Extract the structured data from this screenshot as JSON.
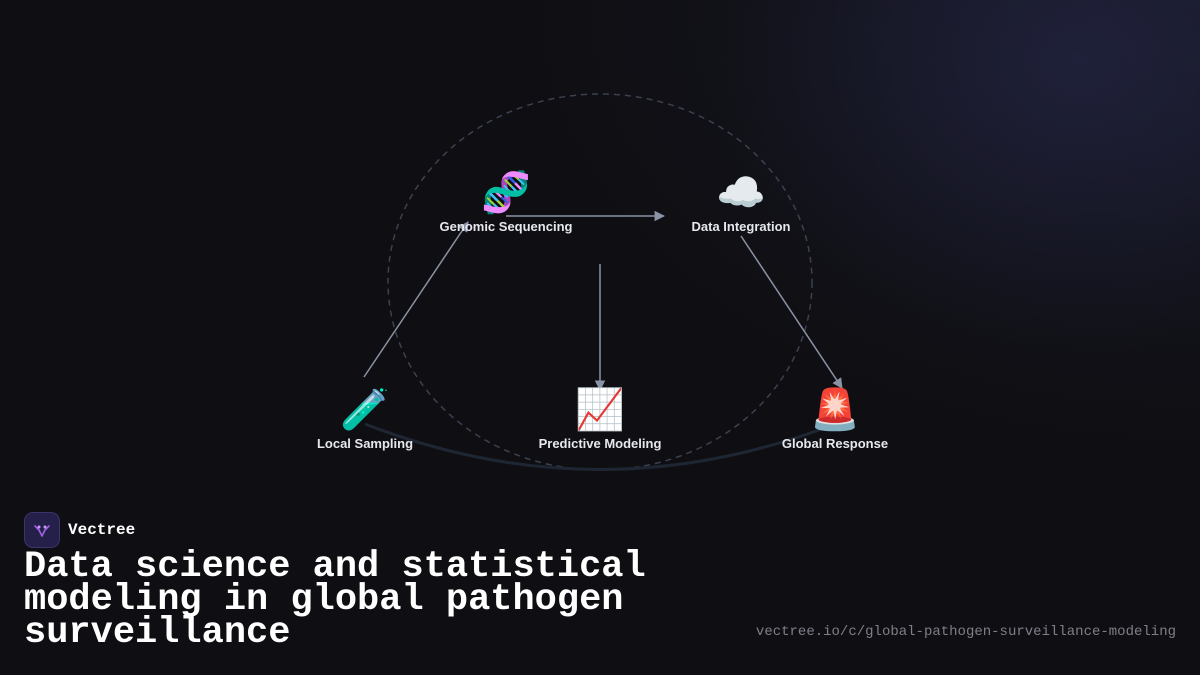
{
  "diagram": {
    "nodes": [
      {
        "id": "genomic",
        "icon": "dna-icon",
        "glyph": "🧬",
        "label": "Genomic Sequencing"
      },
      {
        "id": "integration",
        "icon": "cloud-icon",
        "glyph": "☁️",
        "label": "Data Integration"
      },
      {
        "id": "sampling",
        "icon": "test-tube-icon",
        "glyph": "🧪",
        "label": "Local Sampling"
      },
      {
        "id": "predictive",
        "icon": "chart-increasing-icon",
        "glyph": "📈",
        "label": "Predictive Modeling"
      },
      {
        "id": "response",
        "icon": "siren-icon",
        "glyph": "🚨",
        "label": "Global Response"
      }
    ],
    "edges": [
      {
        "from": "sampling",
        "to": "genomic"
      },
      {
        "from": "genomic",
        "to": "integration"
      },
      {
        "from": "integration",
        "to": "response"
      },
      {
        "from": "genomic",
        "to": "predictive"
      }
    ],
    "colors": {
      "edge": "#8a93a6",
      "ring": "#3a4150",
      "curve": "#1f2633"
    }
  },
  "brand": {
    "name": "Vectree",
    "logo_icon": "vectree-logo-icon",
    "accent": "#a061e6"
  },
  "title": "Data science and statistical modeling in global pathogen surveillance",
  "url": "vectree.io/c/global-pathogen-surveillance-modeling"
}
